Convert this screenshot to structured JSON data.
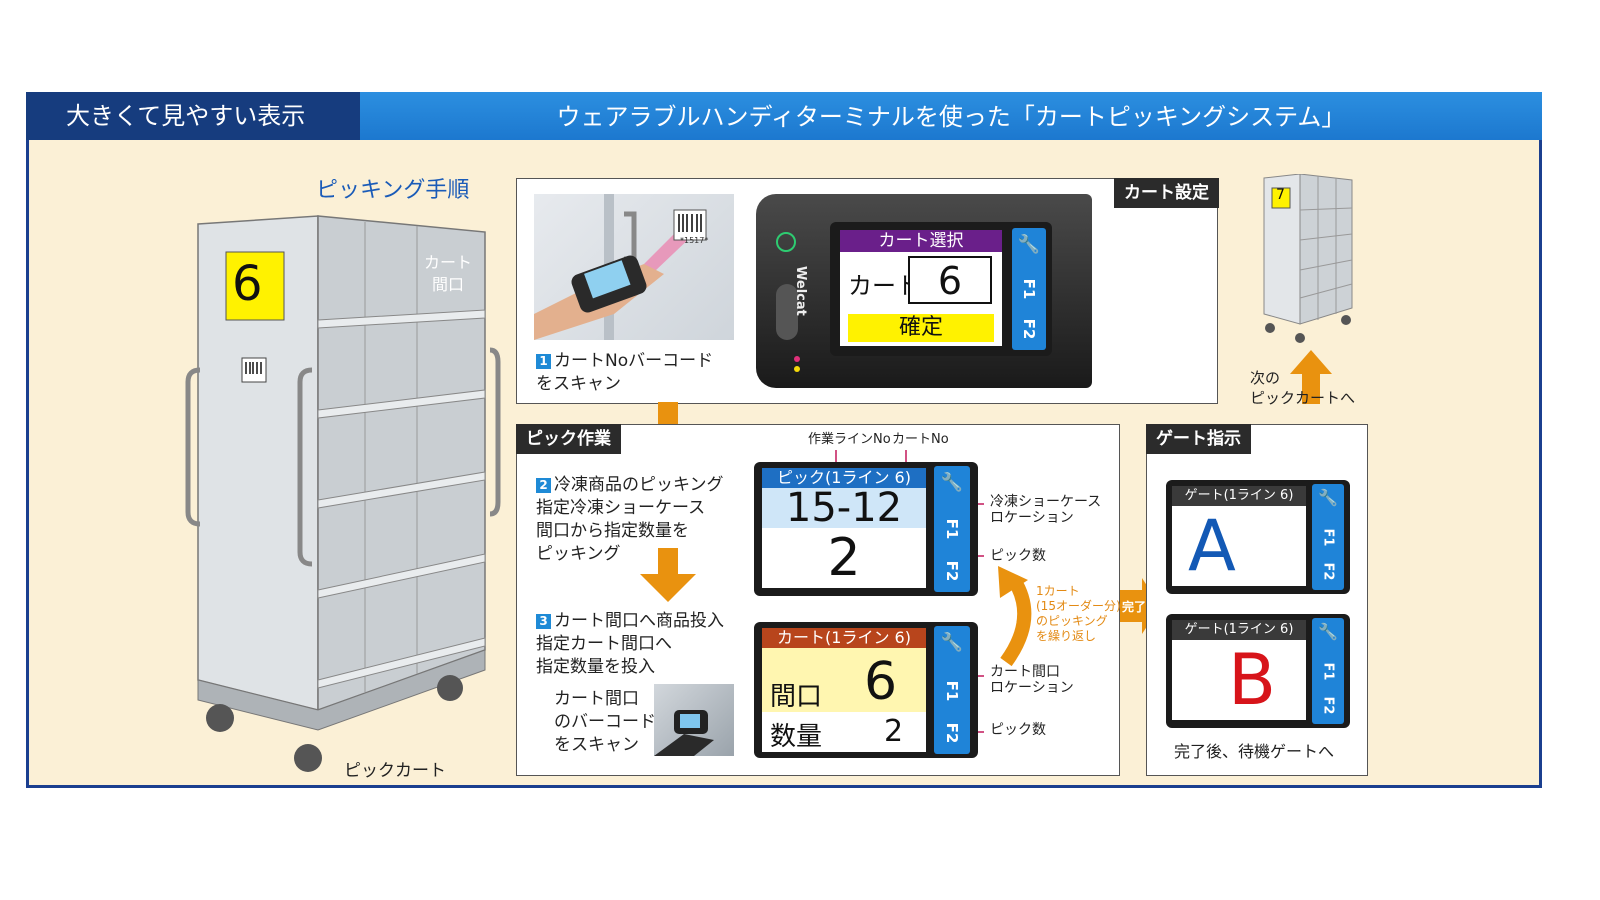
{
  "header": {
    "left_title": "大きくて見やすい表示",
    "main_title": "ウェアラブルハンディターミナルを使った「カートピッキングシステム」"
  },
  "picking": {
    "title": "ピッキング手順",
    "cart_number": "6",
    "cart_opening_label": "カート\n間口",
    "cart_caption": "ピックカート"
  },
  "cart_setup": {
    "tag": "カート設定",
    "step1_num": "1",
    "step1_text": "カートNoバーコード\nをスキャン",
    "device_brand": "Welcat",
    "screen_title": "カート選択",
    "cart_label": "カート",
    "cart_value": "6",
    "confirm_label": "確定",
    "btn_f1": "F1",
    "btn_f2": "F2",
    "barcode_text": "*1517*"
  },
  "pick_work": {
    "tag": "ピック作業",
    "step2_num": "2",
    "step2_text": "冷凍商品のピッキング\n指定冷凍ショーケース\n間口から指定数量を\nピッキング",
    "step3_num": "3",
    "step3_text": "カート間口へ商品投入\n指定カート間口へ\n指定数量を投入",
    "scan_text": "カート間口\nのバーコード\nをスキャン",
    "label_line_no": "作業ラインNo",
    "label_cart_no": "カートNo",
    "screen1_title": "ピック(1ライン 6)",
    "screen1_location": "15-12",
    "screen1_qty": "2",
    "ann_location": "冷凍ショーケース\nロケーション",
    "ann_pick_qty": "ピック数",
    "repeat_text": "1カート\n(15オーダー分)\nのピッキング\nを繰り返し",
    "screen2_title": "カート(1ライン 6)",
    "screen2_opening_label": "間口",
    "screen2_opening_value": "6",
    "screen2_qty_label": "数量",
    "screen2_qty_value": "2",
    "ann_cart_location": "カート間口\nロケーション",
    "ann_pick_qty2": "ピック数",
    "btn_f1": "F1",
    "btn_f2": "F2"
  },
  "gate": {
    "tag": "ゲート指示",
    "done_label": "完了",
    "screen_a_title": "ゲート(1ライン 6)",
    "screen_a_value": "A",
    "screen_b_title": "ゲート(1ライン 6)",
    "screen_b_value": "B",
    "caption": "完了後、待機ゲートへ",
    "next_cart_text": "次の\nピックカートへ",
    "next_cart_number": "7",
    "btn_f1": "F1",
    "btn_f2": "F2"
  },
  "colors": {
    "header_dark": "#163c7e",
    "header_blue": "#1c78cf",
    "panel_bg": "#fbf0d6",
    "arrow_orange": "#e9920f",
    "screen_purple": "#6a1f8a",
    "screen_yellow": "#fff200",
    "side_button_blue": "#1f84d8",
    "gate_b_red": "#d7141a",
    "gate_a_blue": "#1359b5",
    "annotation_pink": "#c2185b"
  },
  "icons": [
    "wrench-icon",
    "barcode-icon",
    "power-icon",
    "arrow-down-icon",
    "arrow-up-icon",
    "curved-repeat-arrow-icon"
  ]
}
